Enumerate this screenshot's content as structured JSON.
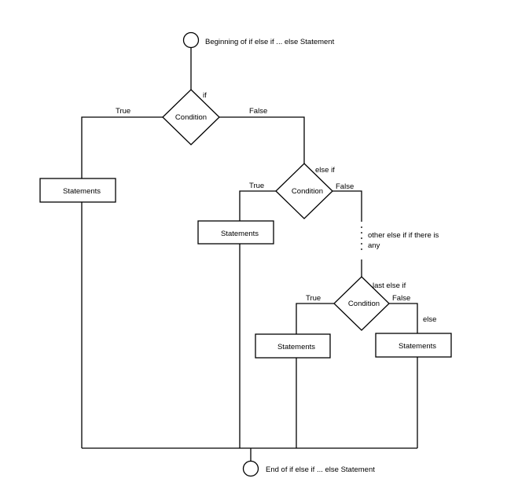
{
  "start_label": "Beginning of if else if ... else Statement",
  "end_label": "End of if else if ... else Statement",
  "condition_text": "Condition",
  "statements_text": "Statements",
  "labels": {
    "if": "if",
    "else_if": "else if",
    "last_else_if": "last else if",
    "else": "else",
    "true": "True",
    "false": "False",
    "other_line1": "other else if if there is",
    "other_line2": "any"
  }
}
